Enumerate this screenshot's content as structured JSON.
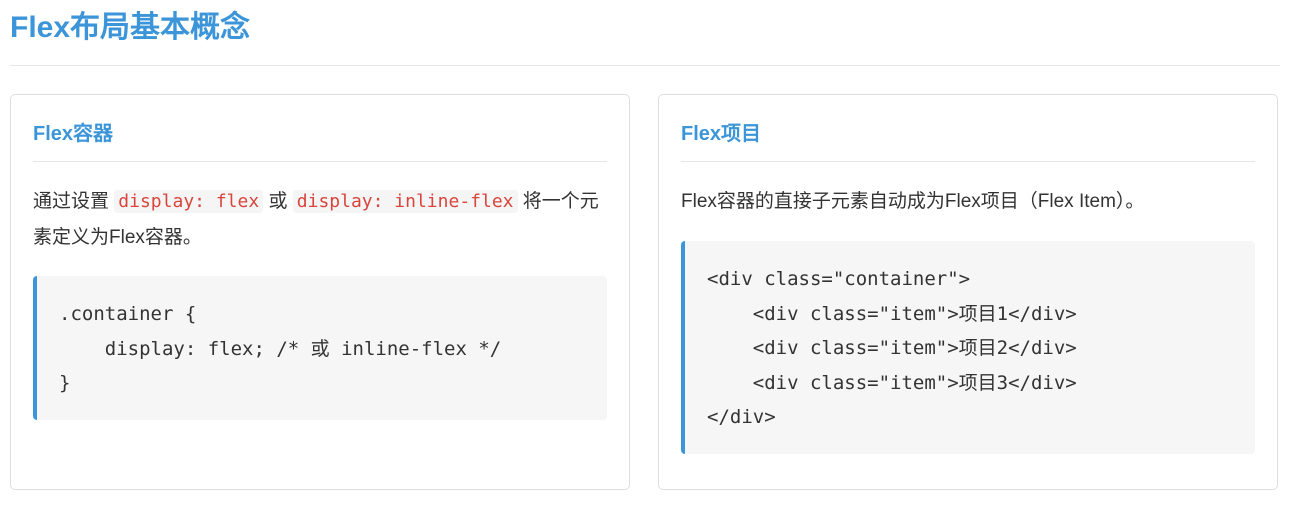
{
  "page": {
    "title": "Flex布局基本概念"
  },
  "container_card": {
    "title": "Flex容器",
    "text_before": "通过设置",
    "code_1": "display: flex",
    "text_middle": "或",
    "code_2": "display: inline-flex",
    "text_after": "将一个元素定义为Flex容器。",
    "code_lines": [
      ".container {",
      "    display: flex; /* 或 inline-flex */",
      "}"
    ]
  },
  "item_card": {
    "title": "Flex项目",
    "text": "Flex容器的直接子元素自动成为Flex项目（Flex Item）。",
    "code_lines": [
      "<div class=\"container\">",
      "    <div class=\"item\">项目1</div>",
      "    <div class=\"item\">项目2</div>",
      "    <div class=\"item\">项目3</div>",
      "</div>"
    ]
  },
  "colors": {
    "accent": "#3b95d8",
    "inline_code": "#d9453c",
    "code_background": "#f6f6f6"
  }
}
